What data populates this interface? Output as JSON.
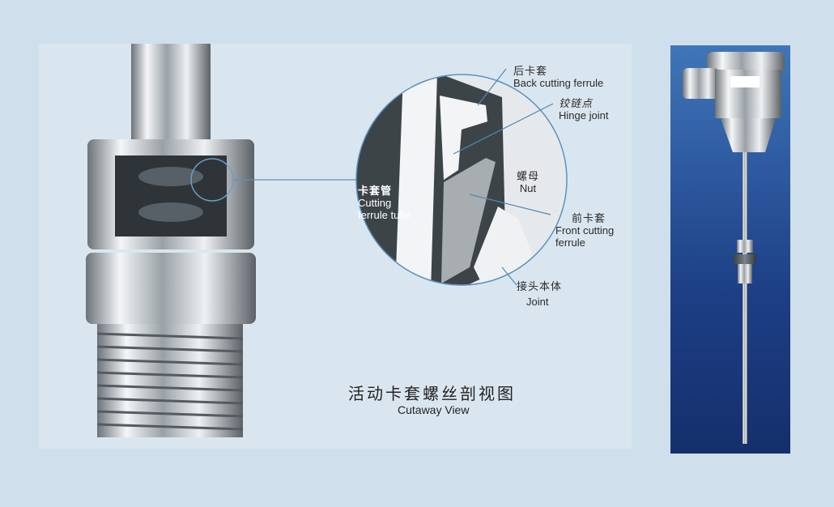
{
  "title": {
    "zh": "活动卡套螺丝剖视图",
    "en": "Cutaway View"
  },
  "labels": {
    "back_ferrule": {
      "zh": "后卡套",
      "en": "Back cutting ferrule"
    },
    "hinge_joint": {
      "zh": "铰链点",
      "en": "Hinge joint"
    },
    "nut": {
      "zh": "螺母",
      "en": "Nut"
    },
    "front_ferrule": {
      "zh": "前卡套",
      "en": "Front cutting",
      "en2": "ferrule"
    },
    "joint": {
      "zh": "接头本体",
      "en": "Joint"
    },
    "ferrule_tube": {
      "zh": "卡套管",
      "en": "Cutting",
      "en2": "ferrule tube"
    }
  }
}
